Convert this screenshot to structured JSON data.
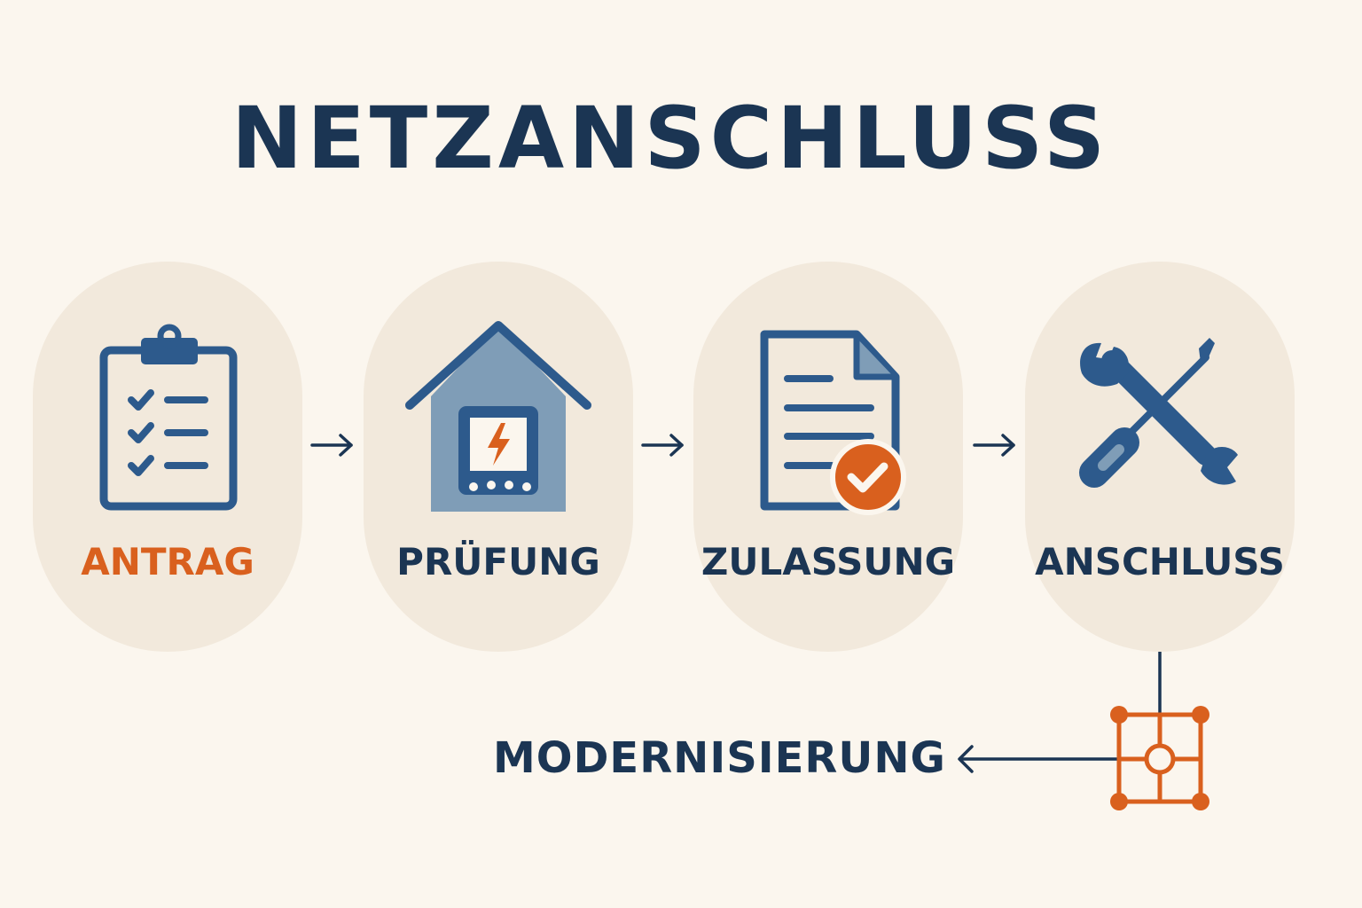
{
  "title": "NETZANSCHLUSS",
  "steps": [
    {
      "label": "ANTRAG",
      "icon": "clipboard-checklist-icon"
    },
    {
      "label": "PRÜFUNG",
      "icon": "house-lightning-icon"
    },
    {
      "label": "ZULASSUNG",
      "icon": "document-check-icon"
    },
    {
      "label": "ANSCHLUSS",
      "icon": "wrench-screwdriver-icon"
    }
  ],
  "branch": {
    "label": "MODERNISIERUNG",
    "icon": "grid-node-icon"
  },
  "colors": {
    "background": "#fbf6ee",
    "step_background": "#f2e9dc",
    "navy": "#1b3553",
    "icon_blue": "#2d5a8c",
    "house_fill": "#7f9db7",
    "accent_orange": "#d9601e"
  }
}
